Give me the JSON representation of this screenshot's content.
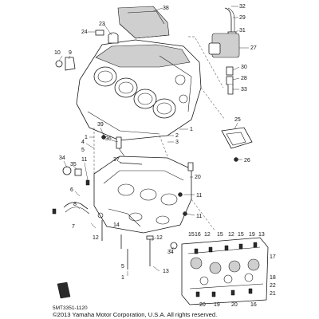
{
  "diagram": {
    "part_code": "5MT3351-1120",
    "copyright": "©2013 Yamaha Motor Corporation, U.S.A. All rights reserved."
  },
  "callouts": [
    "38",
    "32",
    "29",
    "31",
    "27",
    "30",
    "28",
    "33",
    "24",
    "23",
    "10",
    "9",
    "25",
    "26",
    "39",
    "36",
    "1",
    "2",
    "3",
    "4",
    "5",
    "37",
    "34",
    "35",
    "11",
    "20",
    "21",
    "22",
    "6",
    "7",
    "8",
    "12",
    "13",
    "14",
    "15",
    "16",
    "17",
    "18",
    "19"
  ]
}
